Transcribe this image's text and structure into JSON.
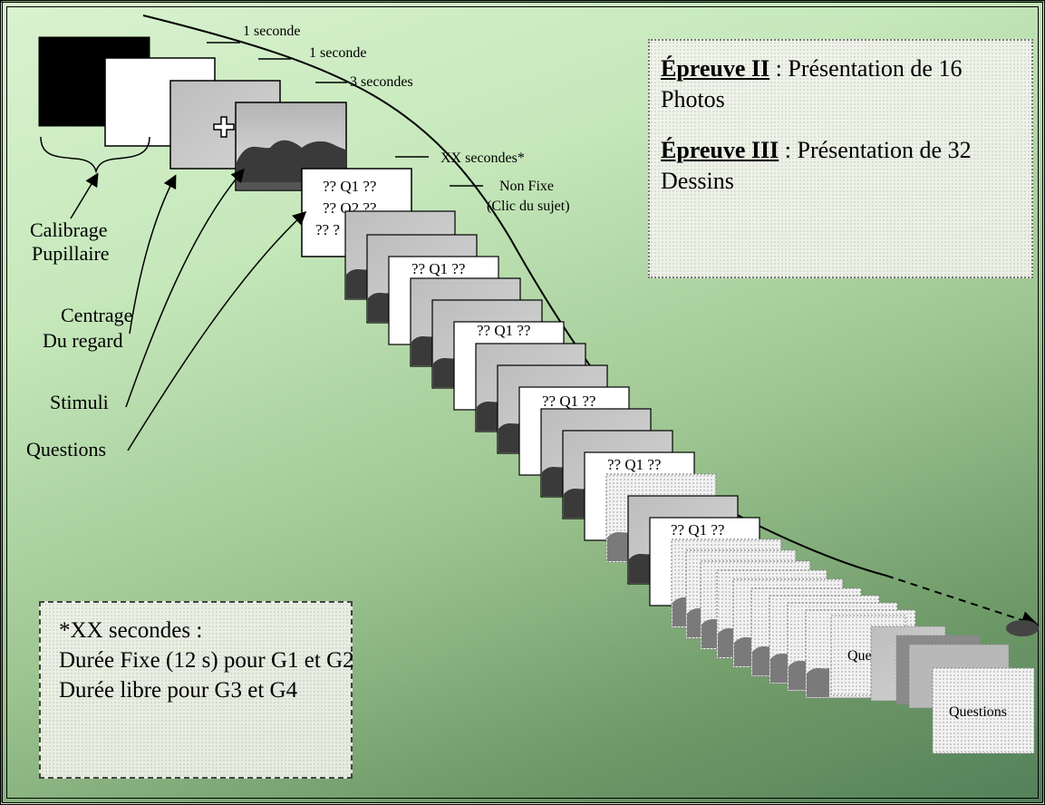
{
  "timeline_labels": {
    "calib_black": "1 seconde",
    "calib_white": "1 seconde",
    "centrage": "3 secondes",
    "stimulus": "XX secondes*",
    "questions_line1": "Non Fixe",
    "questions_line2": "(Clic du sujet)"
  },
  "legend_labels": {
    "calibrage_line1": "Calibrage",
    "calibrage_line2": "Pupillaire",
    "centrage_line1": "Centrage",
    "centrage_line2": "Du regard",
    "stimuli": "Stimuli",
    "questions": "Questions"
  },
  "question_card": {
    "q1": "?? Q1 ??",
    "q2": "?? Q2 ??",
    "q3": "?? ?",
    "short": "?? Q1 ??"
  },
  "end_cards": {
    "partial": "Quest",
    "full": "Questions"
  },
  "epreuves_box": {
    "epreuve2_title": "Épreuve II",
    "epreuve2_text": " : Présentation de 16 Photos",
    "epreuve3_title": "Épreuve III",
    "epreuve3_text": " : Présentation de 32 Dessins"
  },
  "note_box": {
    "title": "*XX secondes :",
    "line1": "Durée Fixe (12 s) pour G1 et G2",
    "line2": "Durée libre pour G3 et G4"
  }
}
